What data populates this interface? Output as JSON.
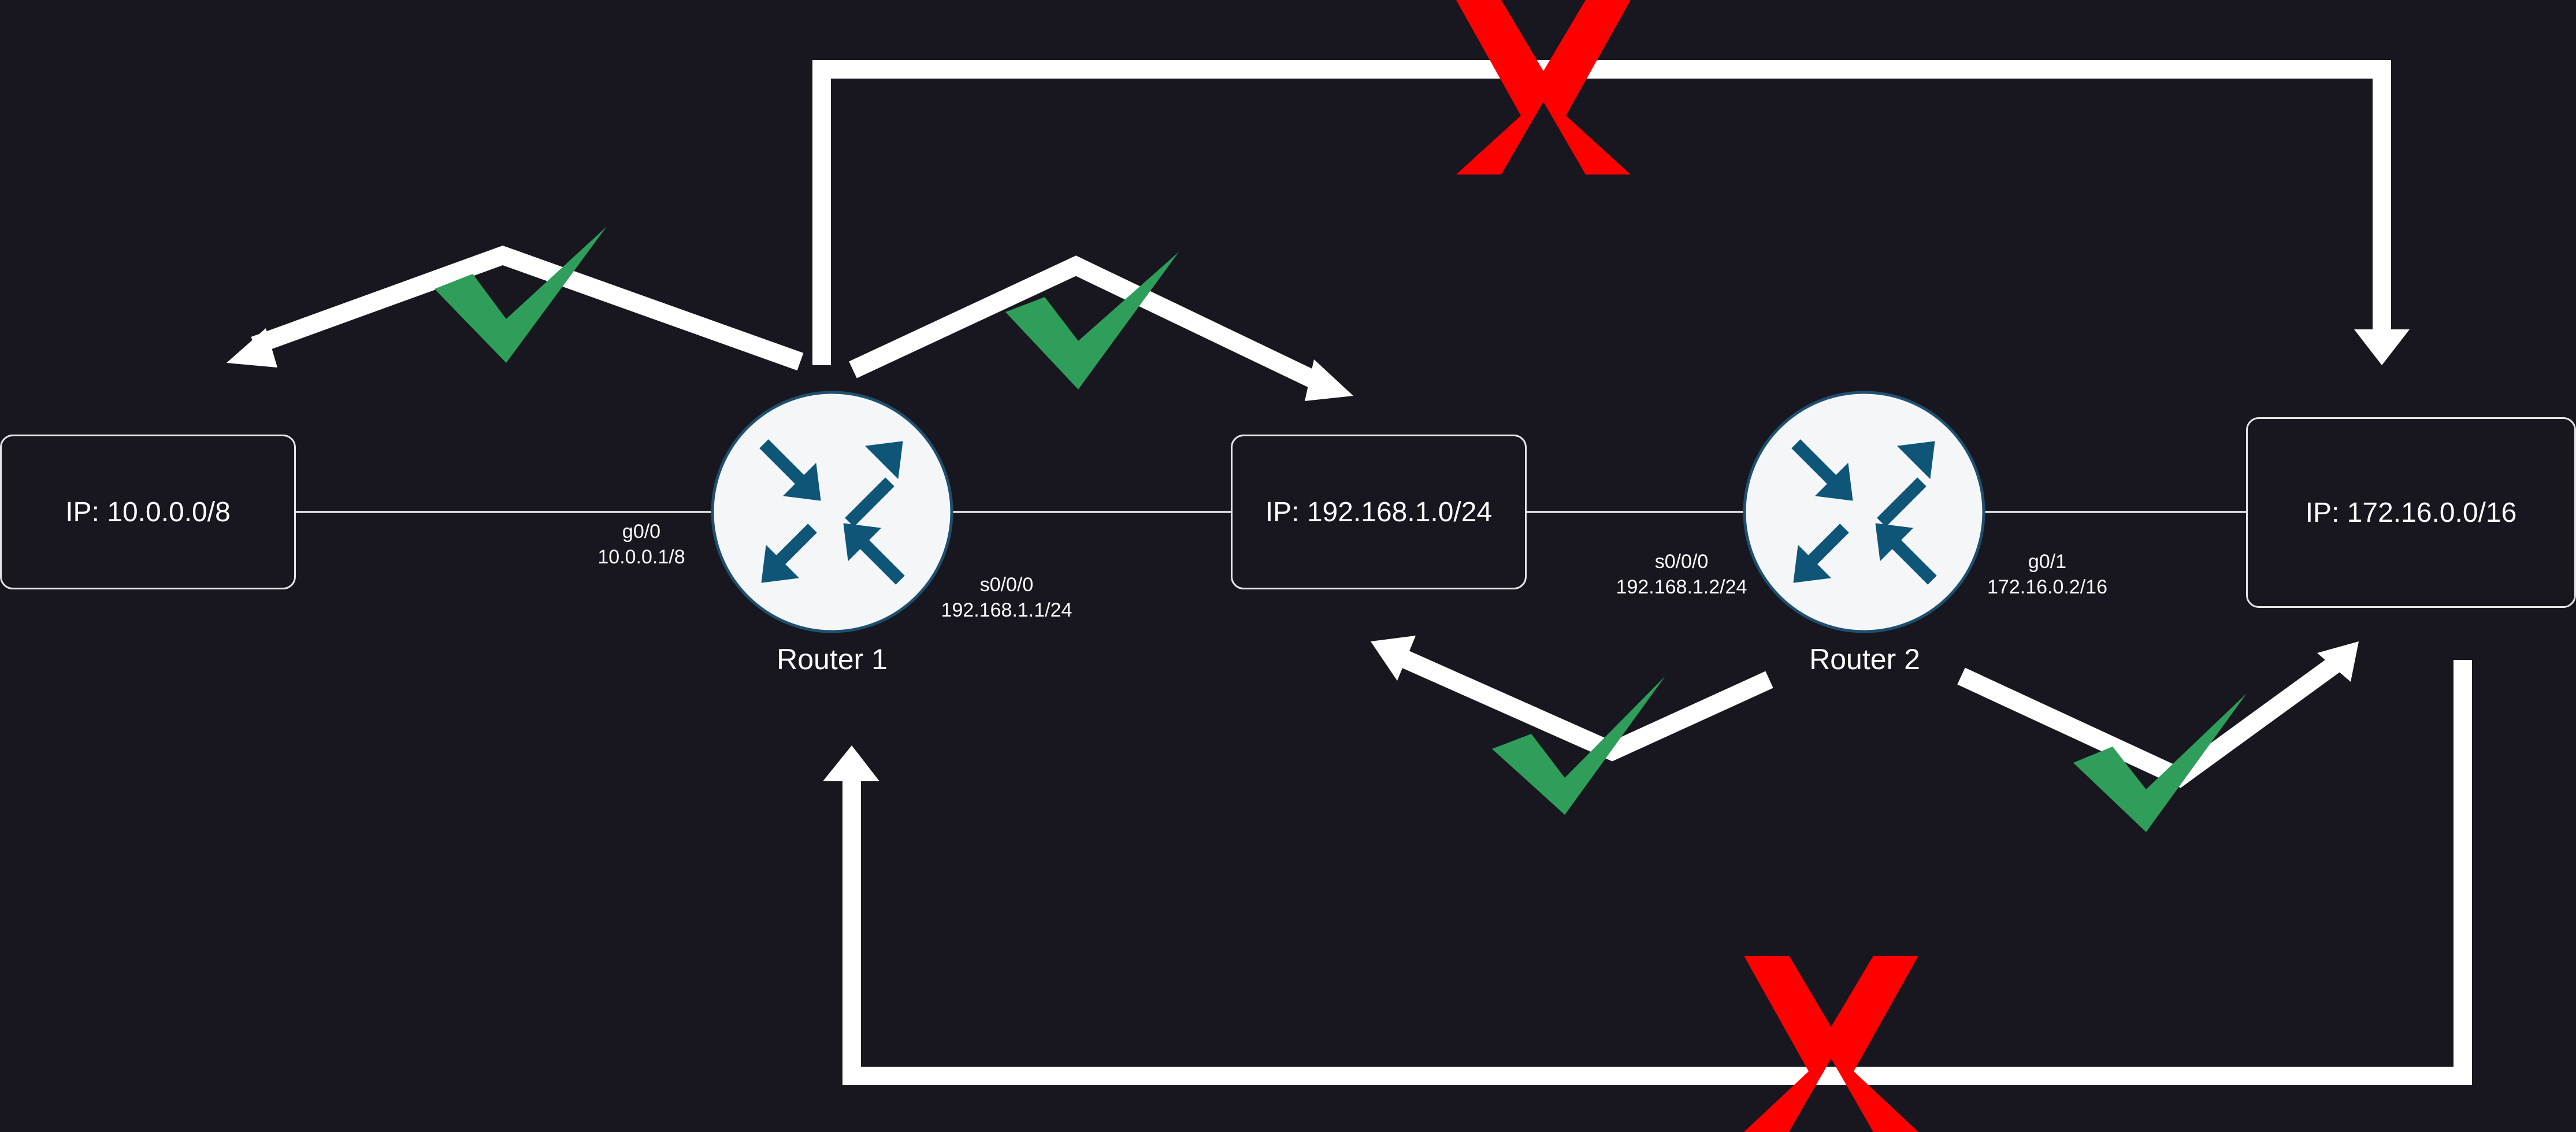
{
  "networks": [
    {
      "label": "IP: 10.0.0.0/8"
    },
    {
      "label": "IP: 192.168.1.0/24"
    },
    {
      "label": "IP: 172.16.0.0/16"
    }
  ],
  "routers": [
    {
      "name": "Router 1",
      "interfaces": [
        {
          "name": "g0/0",
          "ip": "10.0.0.1/8"
        },
        {
          "name": "s0/0/0",
          "ip": "192.168.1.1/24"
        }
      ]
    },
    {
      "name": "Router 2",
      "interfaces": [
        {
          "name": "s0/0/0",
          "ip": "192.168.1.2/24"
        },
        {
          "name": "g0/1",
          "ip": "172.16.0.2/16"
        }
      ]
    }
  ],
  "reachability": [
    {
      "from": "Router 1",
      "to": "IP: 10.0.0.0/8",
      "status": "reachable",
      "marker": "check-icon"
    },
    {
      "from": "Router 1",
      "to": "IP: 192.168.1.0/24",
      "status": "reachable",
      "marker": "check-icon"
    },
    {
      "from": "Router 1",
      "to": "IP: 172.16.0.0/16",
      "status": "unreachable",
      "marker": "cross-icon"
    },
    {
      "from": "Router 2",
      "to": "IP: 192.168.1.0/24",
      "status": "reachable",
      "marker": "check-icon"
    },
    {
      "from": "Router 2",
      "to": "IP: 172.16.0.0/16",
      "status": "reachable",
      "marker": "check-icon"
    },
    {
      "from": "IP: 172.16.0.0/16",
      "to": "Router 1",
      "status": "unreachable",
      "marker": "cross-icon"
    }
  ],
  "colors": {
    "background": "#18171f",
    "arrow": "#ffffff",
    "link": "#ffffff",
    "check": "#2e9e5a",
    "cross": "#ff0000",
    "router_fill": "#f4f6f8",
    "router_border": "#1f4f6f",
    "router_arrows": "#0e5578"
  }
}
